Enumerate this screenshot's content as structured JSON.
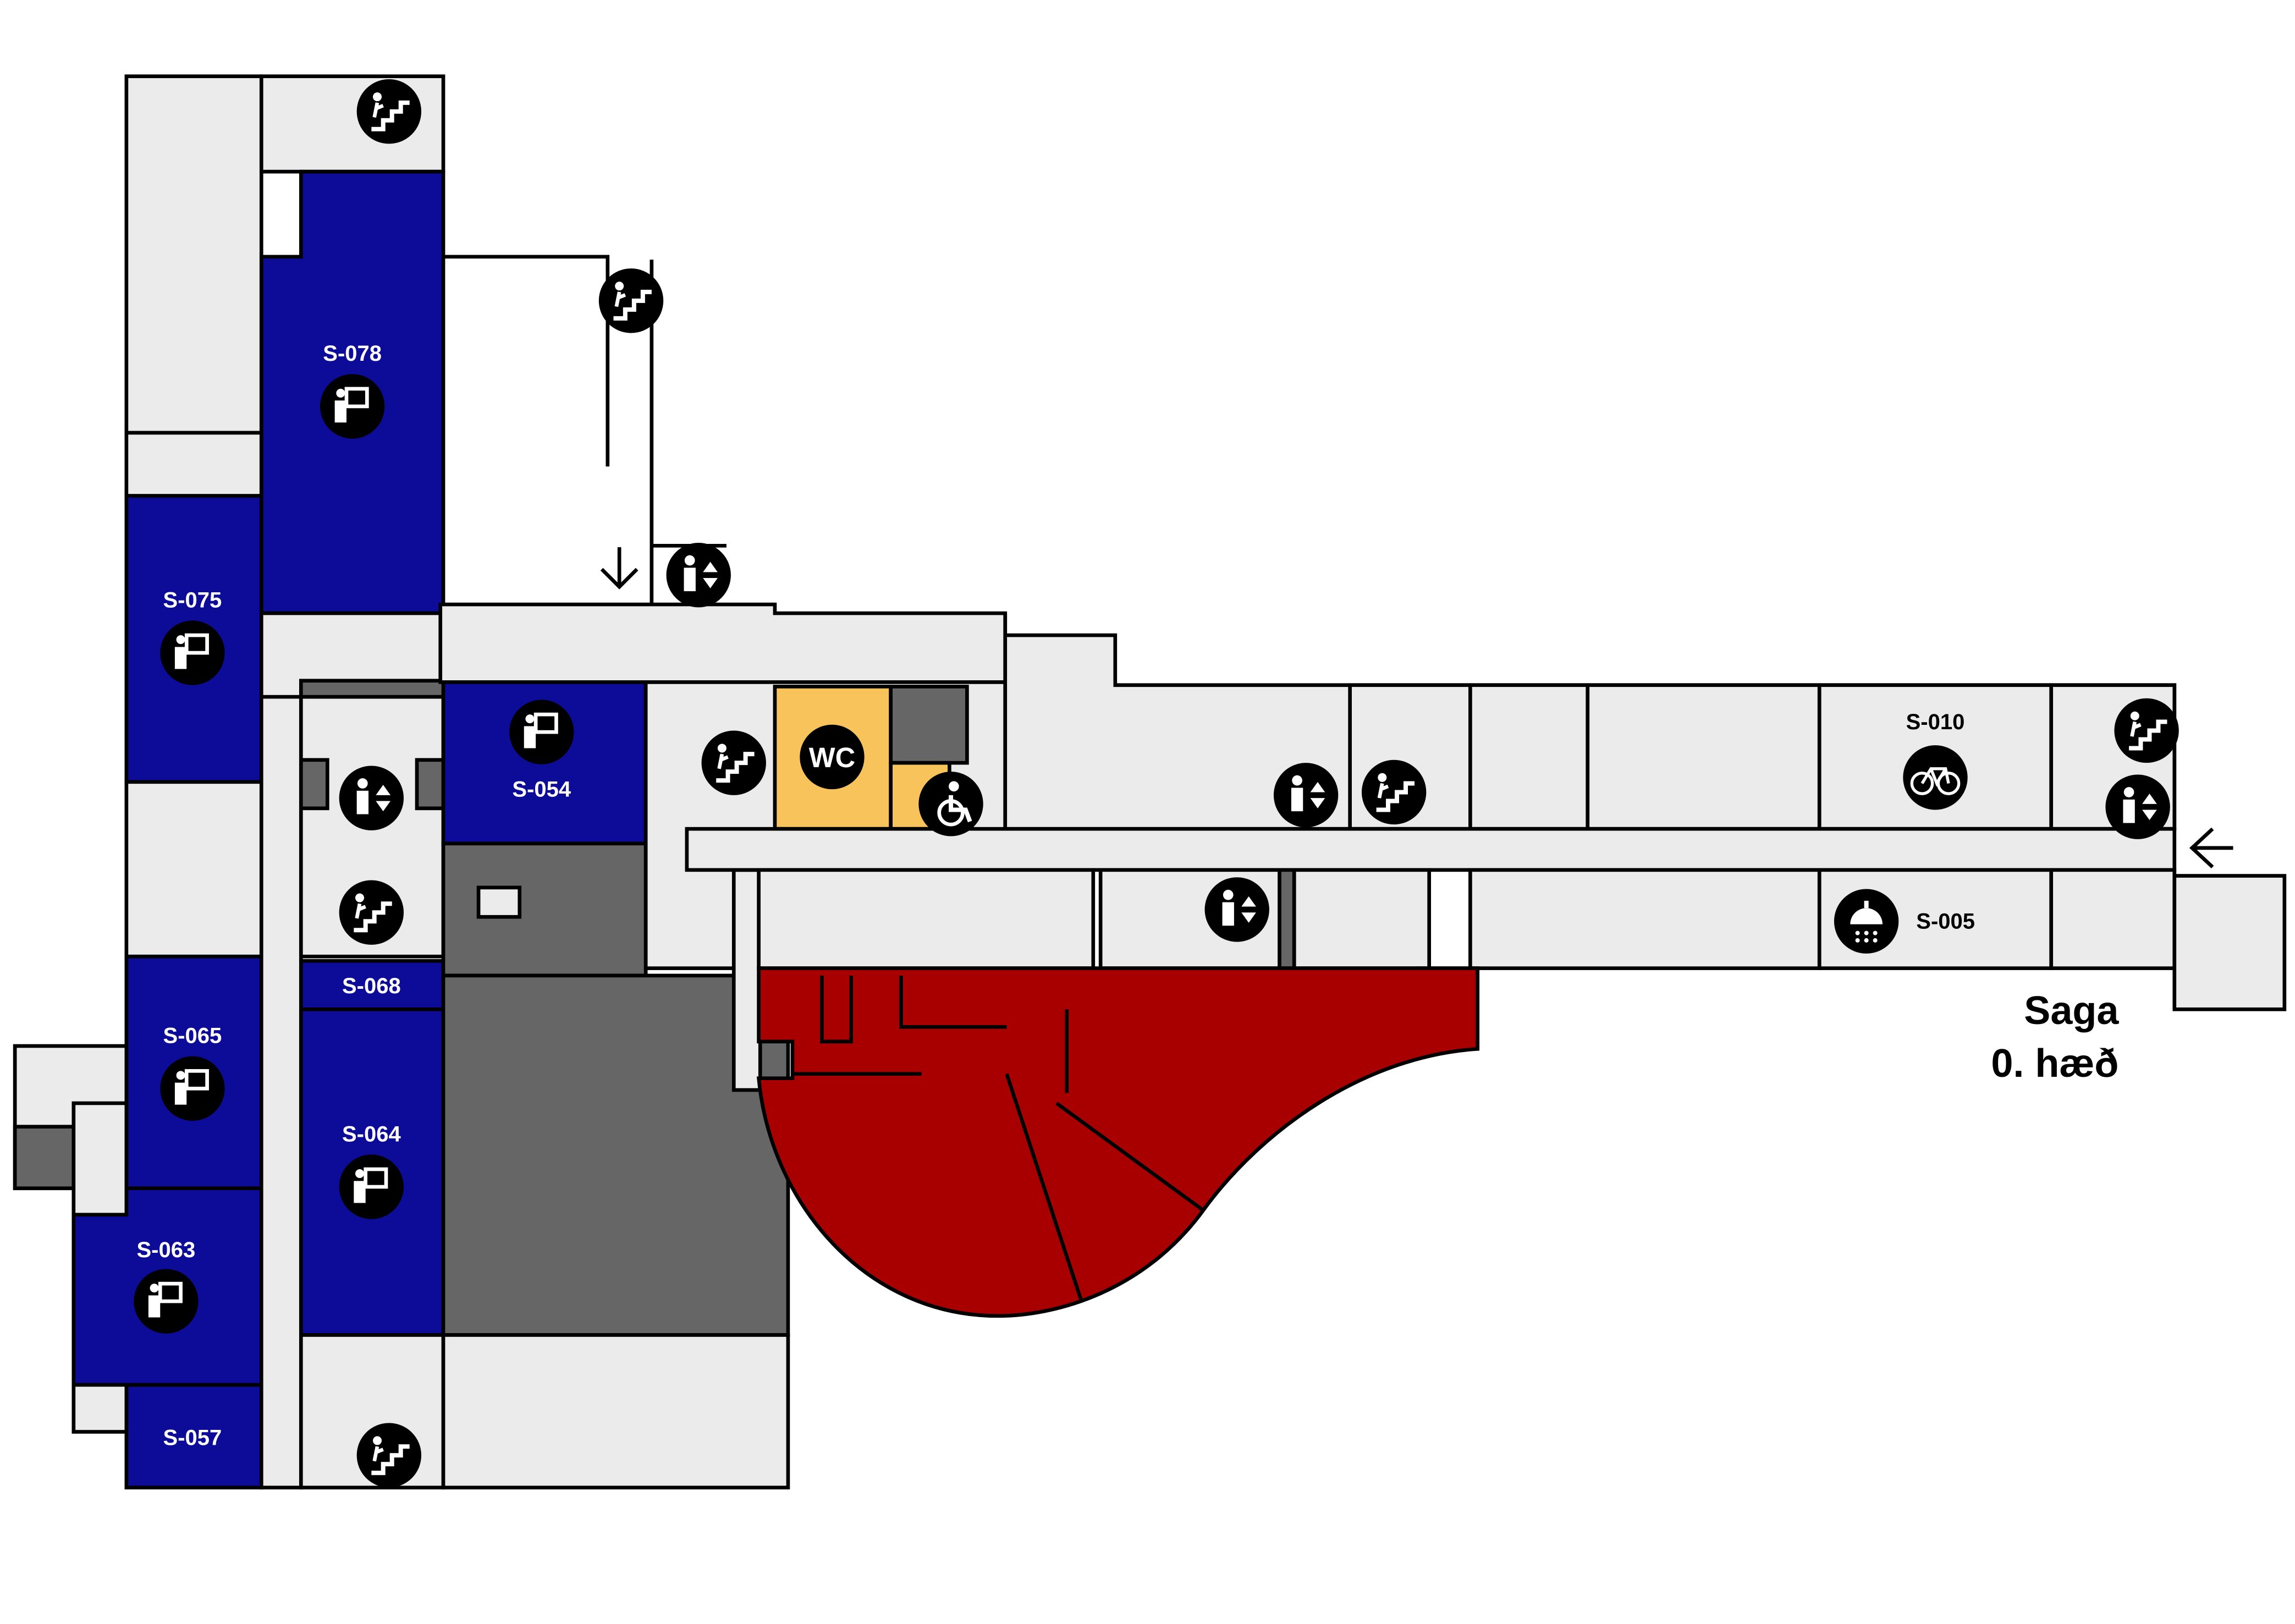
{
  "map": {
    "building": "Saga",
    "floor": "0. hæð",
    "rooms": {
      "s078": "S-078",
      "s075": "S-075",
      "s054": "S-054",
      "s068": "S-068",
      "s065": "S-065",
      "s064": "S-064",
      "s063": "S-063",
      "s057": "S-057",
      "s010": "S-010",
      "s005": "S-005"
    },
    "wc_label": "WC",
    "colors": {
      "lecture_room": "#0c0c99",
      "restricted": "#a80000",
      "toilets": "#f7c35a",
      "service": "#666666",
      "common": "#ebebeb"
    },
    "legend_icons": [
      "stairs-icon",
      "elevator-icon",
      "lecture-room-icon",
      "wc-icon",
      "accessible-icon",
      "bicycle-icon",
      "shower-icon",
      "entrance-arrow-icon"
    ]
  }
}
